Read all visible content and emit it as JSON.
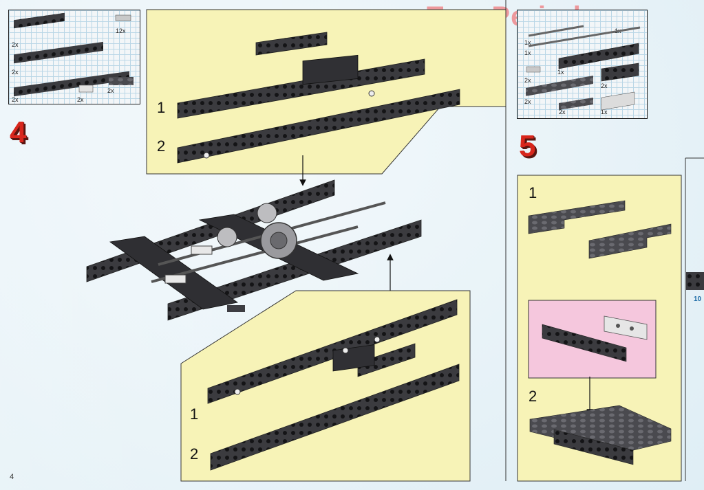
{
  "watermark": "ToysPeriod.com",
  "page_number": "4",
  "margin_number": "10",
  "step4": {
    "number": "4",
    "parts": [
      "2x",
      "2x",
      "2x",
      "12x",
      "2x",
      "2x"
    ],
    "substeps_top": [
      "1",
      "2"
    ],
    "substeps_bottom": [
      "1",
      "2"
    ]
  },
  "step5": {
    "number": "5",
    "parts": [
      "1x",
      "1x",
      "1x",
      "1x",
      "2x",
      "2x",
      "2x",
      "2x",
      "1x"
    ],
    "substeps": [
      "1",
      "2"
    ]
  },
  "colors": {
    "panel_yellow": "#f7f3b7",
    "panel_pink": "#f5c7dd",
    "brick_dark": "#3b3b3f",
    "brick_light": "#dcdcdc",
    "step_red": "#d8261c",
    "watermark": "#ee8f93"
  }
}
